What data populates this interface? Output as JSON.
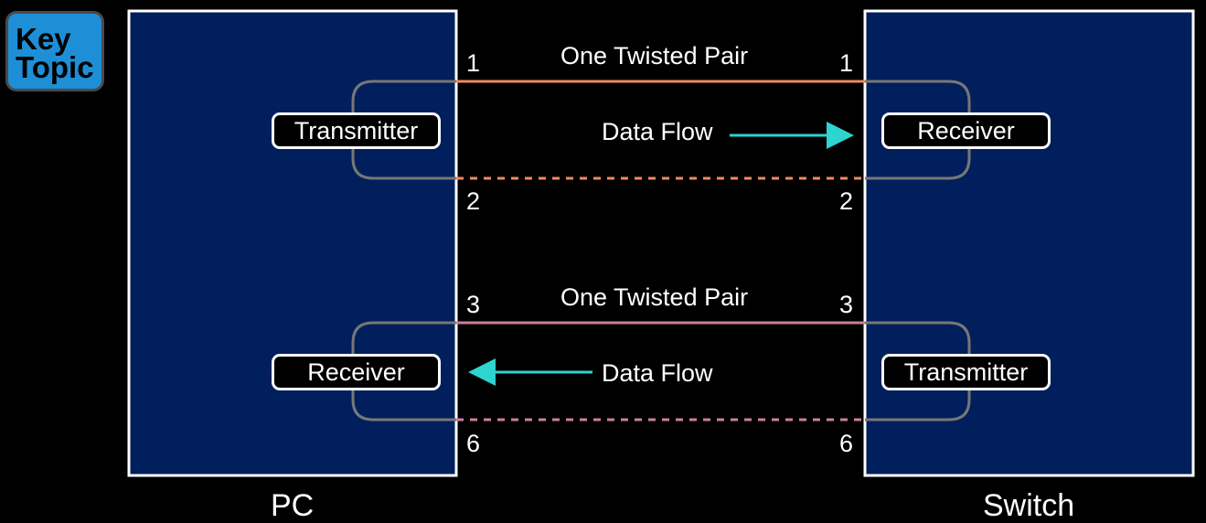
{
  "badge": {
    "line1": "Key",
    "line2": "Topic"
  },
  "devices": {
    "left": "PC",
    "right": "Switch"
  },
  "top_pair": {
    "label": "One Twisted Pair",
    "pin_a": "1",
    "pin_b": "2",
    "left_component": "Transmitter",
    "right_component": "Receiver",
    "flow_label": "Data Flow",
    "flow_direction": "left-to-right"
  },
  "bottom_pair": {
    "label": "One Twisted Pair",
    "pin_a": "3",
    "pin_b": "6",
    "left_component": "Receiver",
    "right_component": "Transmitter",
    "flow_label": "Data Flow",
    "flow_direction": "right-to-left"
  },
  "colors": {
    "background": "#000000",
    "device_fill": "#001f5c",
    "device_border": "#ffffff",
    "badge": "#1e8fd6",
    "wire_pair_1": "#f08a5d",
    "wire_pair_2": "#c97fa0",
    "internal_loop": "#777777",
    "arrow": "#2dd4d0"
  }
}
